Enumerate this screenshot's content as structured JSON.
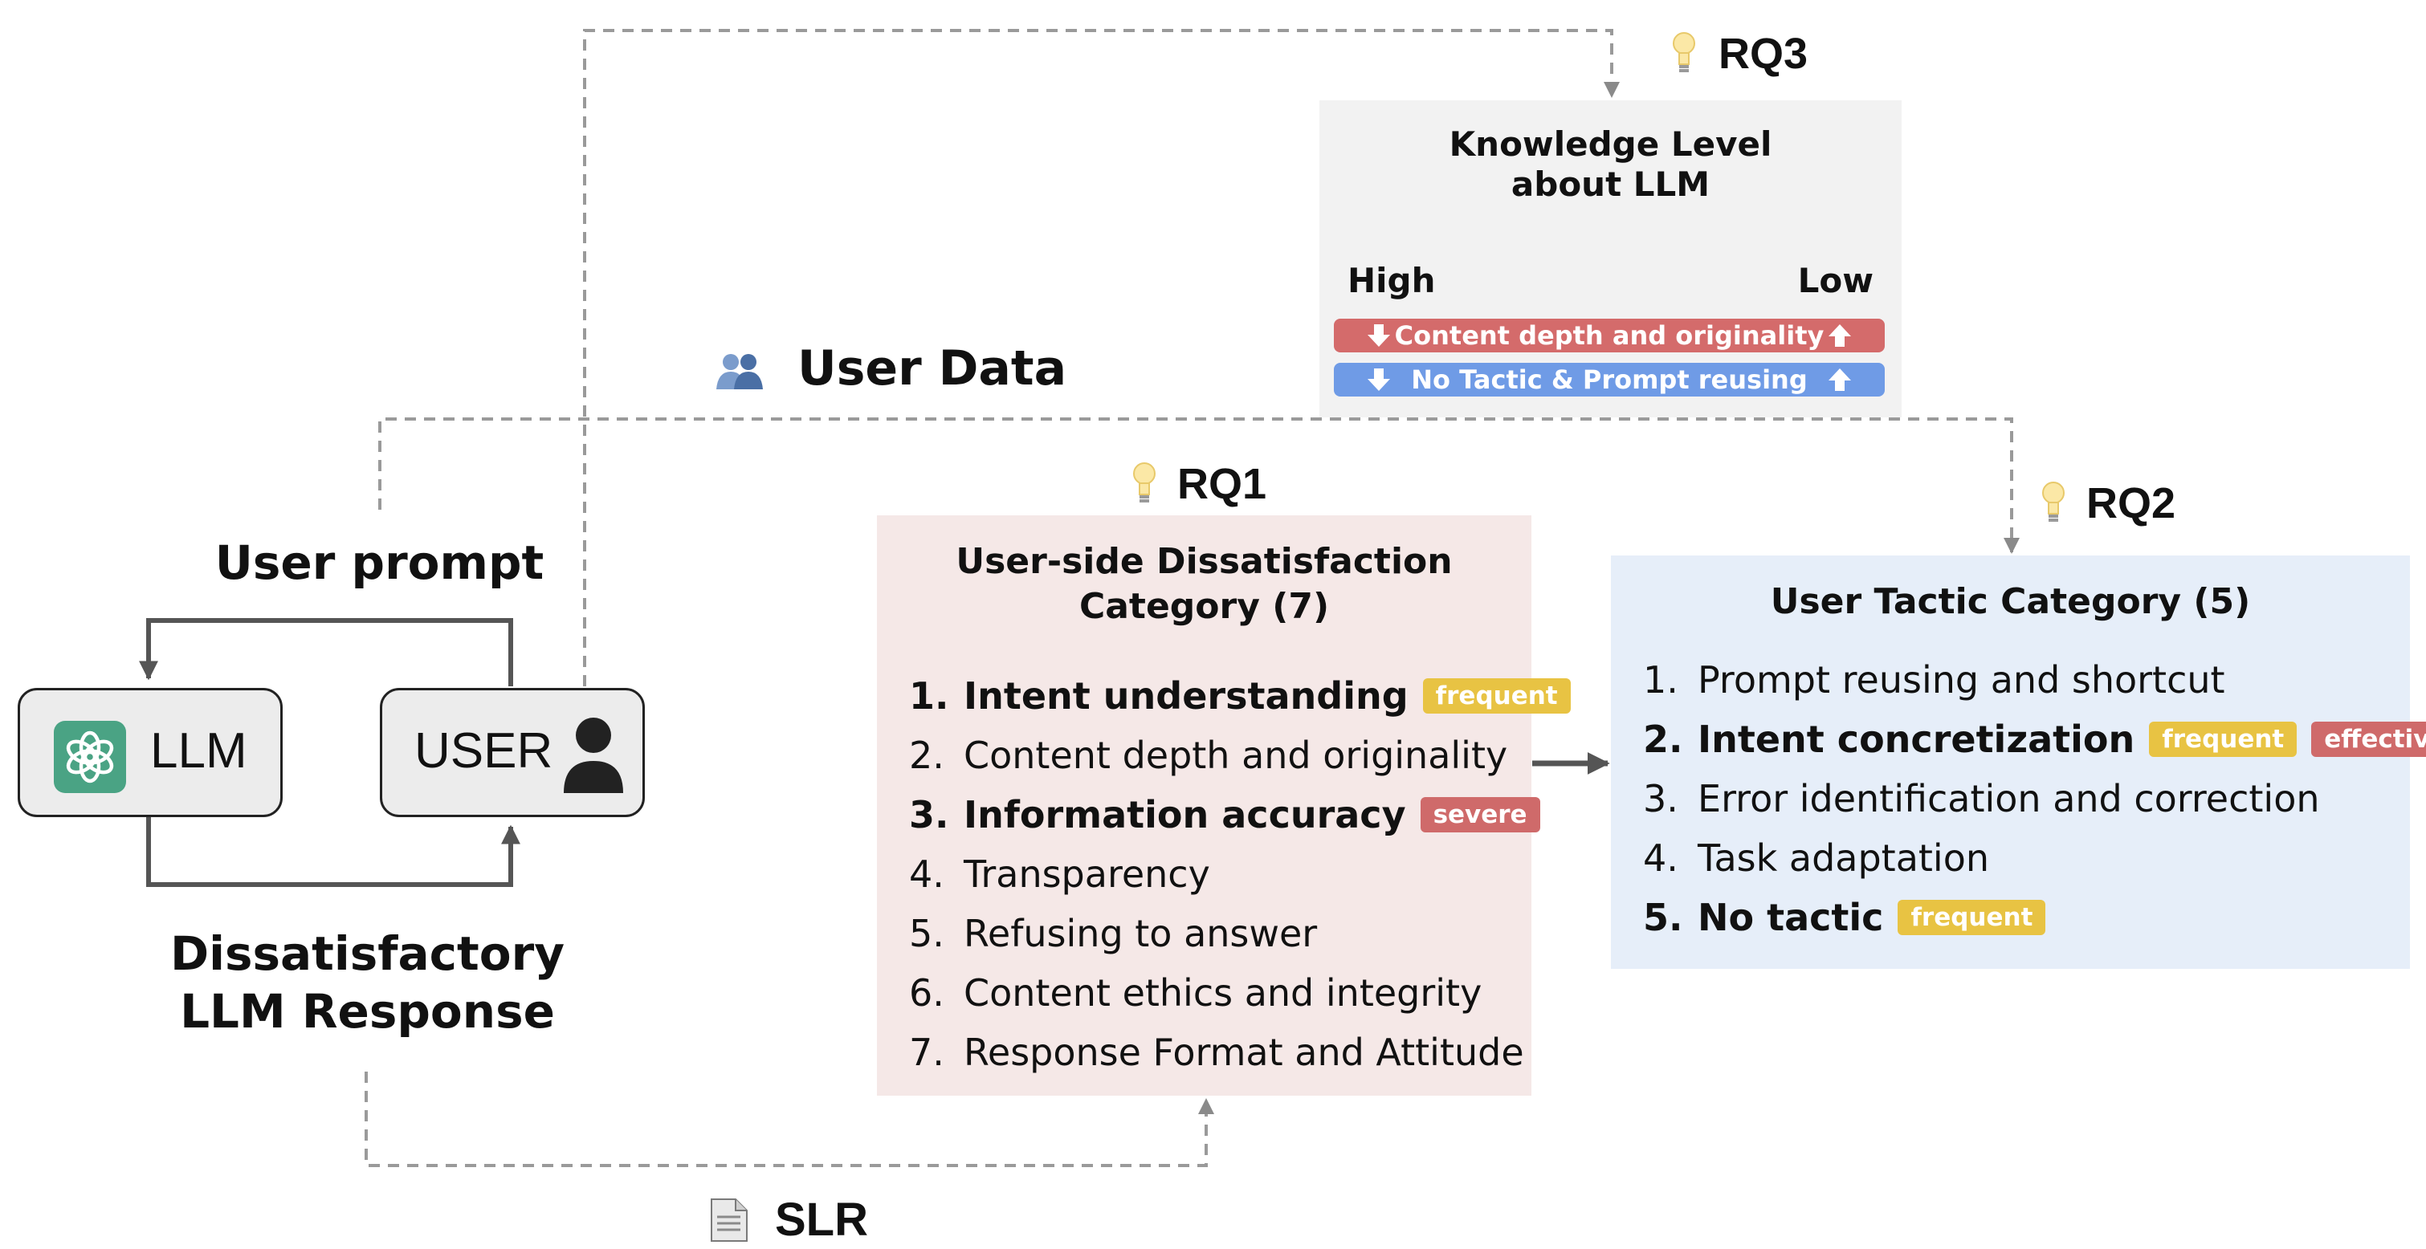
{
  "rq3": {
    "label": "RQ3"
  },
  "knowledge": {
    "title_line1": "Knowledge Level",
    "title_line2": "about LLM",
    "high": "High",
    "low": "Low",
    "bars": [
      {
        "label": "Content depth and originality",
        "color": "#d46b6b"
      },
      {
        "label": "No Tactic & Prompt reusing",
        "color": "#6f9be6"
      }
    ]
  },
  "user_data": {
    "label": "User Data"
  },
  "rq1": {
    "label": "RQ1"
  },
  "rq2": {
    "label": "RQ2"
  },
  "dissatisfaction": {
    "title_line1": "User-side Dissatisfaction",
    "title_line2": "Category (7)",
    "bg_color": "#f5e8e7",
    "items": [
      {
        "num": "1.",
        "text": "Intent understanding",
        "bold": true,
        "tags": [
          {
            "text": "frequent",
            "kind": "yellow"
          }
        ]
      },
      {
        "num": "2.",
        "text": "Content depth and originality",
        "bold": false,
        "tags": []
      },
      {
        "num": "3.",
        "text": "Information accuracy",
        "bold": true,
        "tags": [
          {
            "text": "severe",
            "kind": "red"
          }
        ]
      },
      {
        "num": "4.",
        "text": "Transparency",
        "bold": false,
        "tags": []
      },
      {
        "num": "5.",
        "text": "Refusing to answer",
        "bold": false,
        "tags": []
      },
      {
        "num": "6.",
        "text": "Content ethics and integrity",
        "bold": false,
        "tags": []
      },
      {
        "num": "7.",
        "text": "Response Format and Attitude",
        "bold": false,
        "tags": []
      }
    ]
  },
  "tactic": {
    "title": "User Tactic Category (5)",
    "bg_color": "#e6eef9",
    "items": [
      {
        "num": "1.",
        "text": "Prompt reusing and shortcut",
        "bold": false,
        "tags": []
      },
      {
        "num": "2.",
        "text": "Intent concretization",
        "bold": true,
        "tags": [
          {
            "text": "frequent",
            "kind": "yellow"
          },
          {
            "text": "effective",
            "kind": "red"
          }
        ]
      },
      {
        "num": "3.",
        "text": "Error identification and correction",
        "bold": false,
        "tags": []
      },
      {
        "num": "4.",
        "text": "Task adaptation",
        "bold": false,
        "tags": []
      },
      {
        "num": "5.",
        "text": "No tactic",
        "bold": true,
        "tags": [
          {
            "text": "frequent",
            "kind": "yellow"
          }
        ]
      }
    ]
  },
  "loop": {
    "user_prompt": "User prompt",
    "llm": "LLM",
    "user": "USER",
    "response_line1": "Dissatisfactory",
    "response_line2": "LLM Response"
  },
  "slr": {
    "label": "SLR"
  },
  "colors": {
    "tag_yellow": "#e8c343",
    "tag_red": "#cf6a6a",
    "knowledge_bg": "#f2f2f2",
    "openai_green": "#4aa384"
  }
}
